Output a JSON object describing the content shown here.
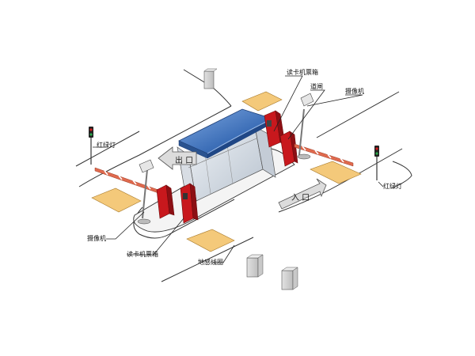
{
  "labels": {
    "card_reader_top": "读卡机票箱",
    "gate": "道闸",
    "camera_right": "摄像机",
    "traffic_light_left": "红绿灯",
    "traffic_light_right": "红绿灯",
    "camera_left": "摄像机",
    "card_reader_bottom": "读卡机票箱",
    "loop_detector": "地感线圈"
  },
  "signs": {
    "exit": "出 口",
    "entry": "入 口"
  },
  "colors": {
    "barrier_red": "#c8181d",
    "barrier_stripe": "#e06a4e",
    "loop_pad": "#f4c97a",
    "loop_border": "#a97a2a",
    "booth_roof": "#3d6fb8",
    "booth_glass": "#cdd4dd",
    "light_red": "#d21c1c",
    "light_green": "#2aa84a"
  }
}
